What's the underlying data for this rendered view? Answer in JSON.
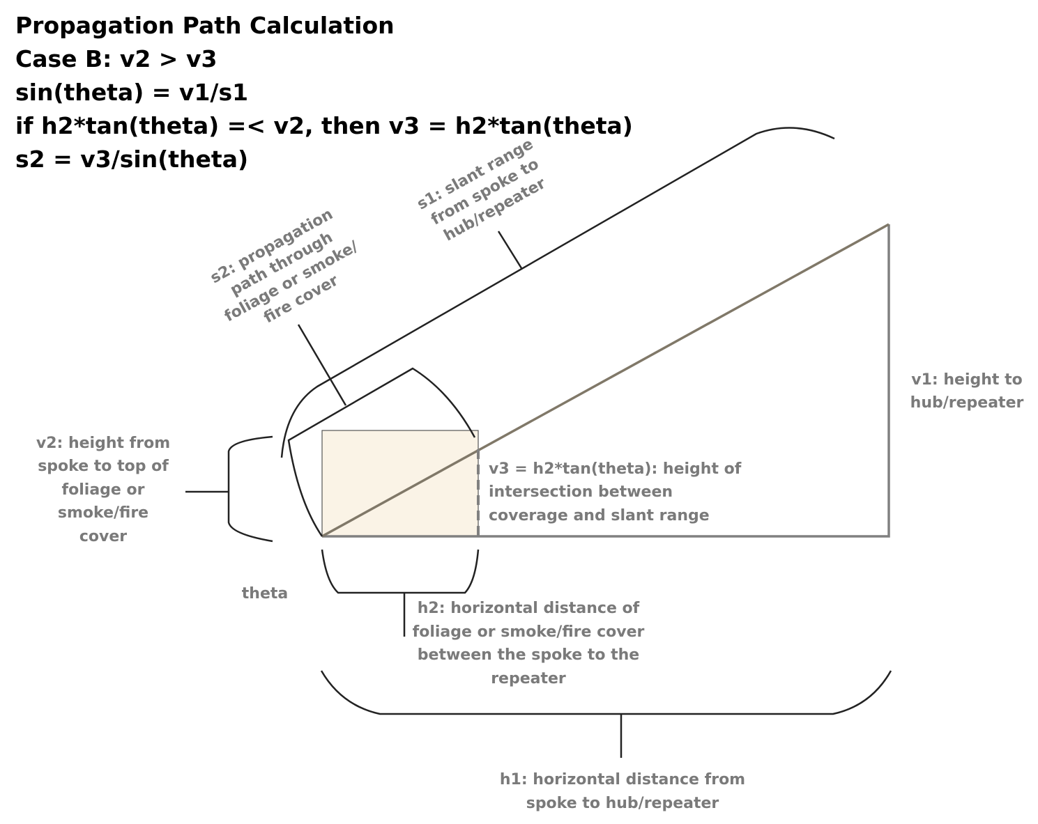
{
  "heading": [
    "Propagation Path Calculation",
    "Case B: v2 > v3",
    "sin(theta) = v1/s1",
    "if h2*tan(theta) =< v2, then v3 = h2*tan(theta)",
    "s2 = v3/sin(theta)"
  ],
  "labels": {
    "s1": [
      "s1: slant range",
      "from spoke to",
      "hub/repeater"
    ],
    "s2": [
      "s2: propagation",
      "path through",
      "foliage or smoke/",
      "fire cover"
    ],
    "v1": [
      "v1: height to",
      "hub/repeater"
    ],
    "v2": [
      "v2: height from",
      "spoke to top of",
      "foliage or",
      "smoke/fire",
      "cover"
    ],
    "v3": [
      "v3 = h2*tan(theta): height of",
      "intersection between",
      "coverage and slant range"
    ],
    "theta": "theta",
    "h2": [
      "h2: horizontal distance of",
      "foliage or smoke/fire cover",
      "between the spoke to the",
      "repeater"
    ],
    "h1": [
      "h1: horizontal distance from",
      "spoke to hub/repeater"
    ]
  },
  "colors": {
    "text_heading": "#000000",
    "text_label": "#7a7a7a",
    "line_dark": "#222222",
    "line_gray": "#808080",
    "cover_fill": "#faf3e6",
    "rect_stroke": "#555555",
    "slant_line": "#807868"
  }
}
